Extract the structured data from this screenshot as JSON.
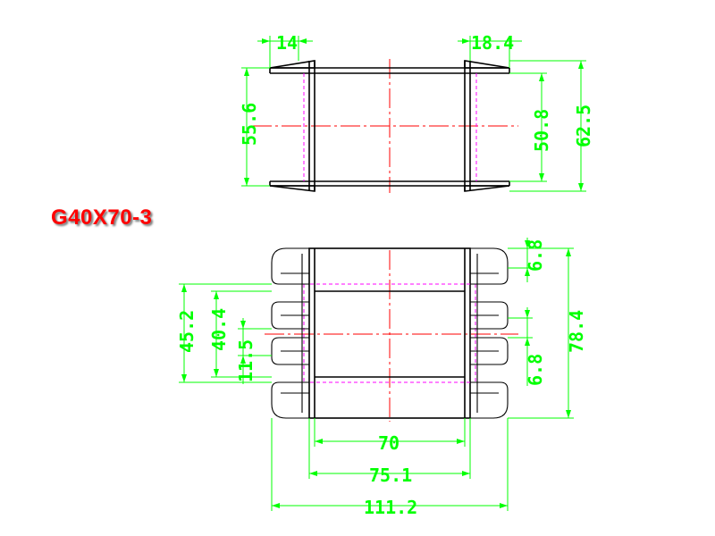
{
  "part_title": "G40X70-3",
  "colors": {
    "outline": "#000000",
    "centerline": "#ff0000",
    "hidden_line": "#ff00ff",
    "dimension": "#00ff00",
    "title": "#ff0000"
  },
  "dimensions": {
    "top_view": {
      "left_flange_width": "14",
      "right_flange_width": "18.4",
      "inner_height": "55.6",
      "core_height": "50.8",
      "overall_height": "62.5"
    },
    "front_view": {
      "slot_pitch": "6.8",
      "overall_height": "78.4",
      "height_45": "45.2",
      "height_40": "40.4",
      "height_11": "11.5",
      "bottom_slot": "6.8",
      "inner_width": "70",
      "body_width": "75.1",
      "overall_width": "111.2"
    }
  }
}
